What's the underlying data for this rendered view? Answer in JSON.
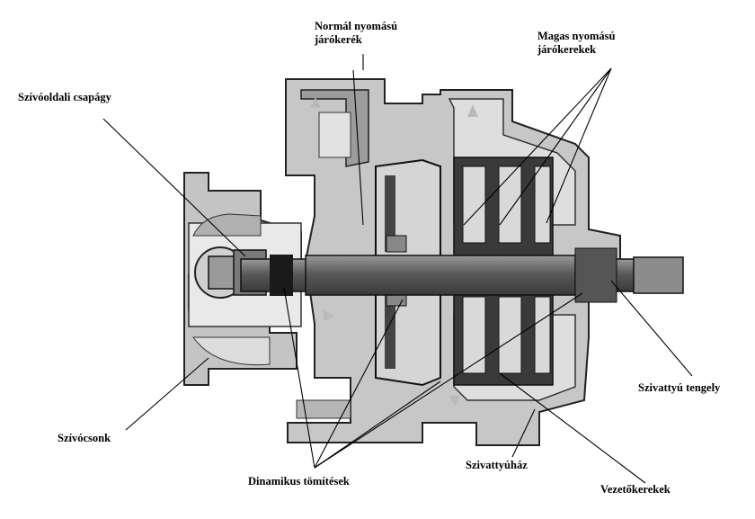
{
  "labels": {
    "normal_impeller_line1": "Normál nyomású",
    "normal_impeller_line2": "járókerék",
    "high_impellers_line1": "Magas nyomású",
    "high_impellers_line2": "járókerekek",
    "suction_bearing": "Szívóoldali csapágy",
    "pump_shaft": "Szivattyú tengely",
    "suction_nozzle": "Szívócsonk",
    "dynamic_seals": "Dinamikus tömítések",
    "pump_housing": "Szivattyúház",
    "guide_vanes": "Vezetőkerekek"
  },
  "colors": {
    "casting": "#c9c9c9",
    "casting_dark": "#8a8a8a",
    "shaft": "#6e6e6e",
    "impeller": "#2b2b2b",
    "fluid": "#e8e8e8",
    "line": "#000000"
  }
}
